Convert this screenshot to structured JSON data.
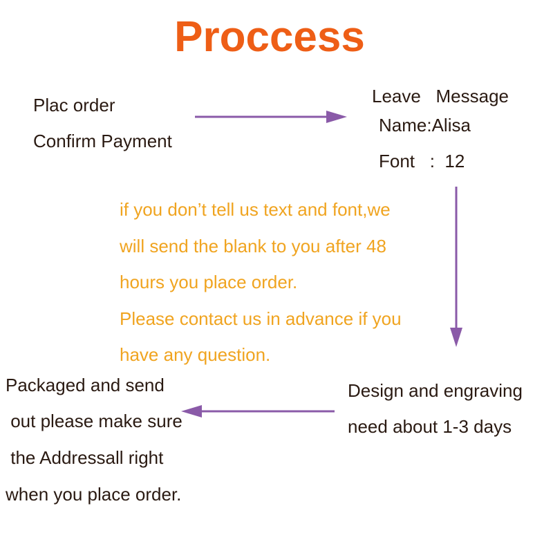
{
  "title": "Proccess",
  "colors": {
    "title": "#ee5e16",
    "text": "#2a1a12",
    "note": "#f0a420",
    "arrow": "#8a5aa8"
  },
  "steps": {
    "order": {
      "line1": "Plac order",
      "line2": "Confirm Payment"
    },
    "message": {
      "line1": "Leave   Message",
      "line2": "Name:Alisa",
      "line3": "Font   :  12"
    },
    "design": {
      "line1": "Design and engraving",
      "line2": "need about 1-3 days"
    },
    "package": {
      "line1": "Packaged and send",
      "line2": " out please make sure",
      "line3": " the Addressall right",
      "line4": "when you place order."
    }
  },
  "note": {
    "line1": "if you don’t tell us text and  font,we",
    "line2": "will send the  blank to you after 48",
    "line3": "hours you place order.",
    "line4": "Please contact us in advance  if you",
    "line5": "have any question."
  }
}
